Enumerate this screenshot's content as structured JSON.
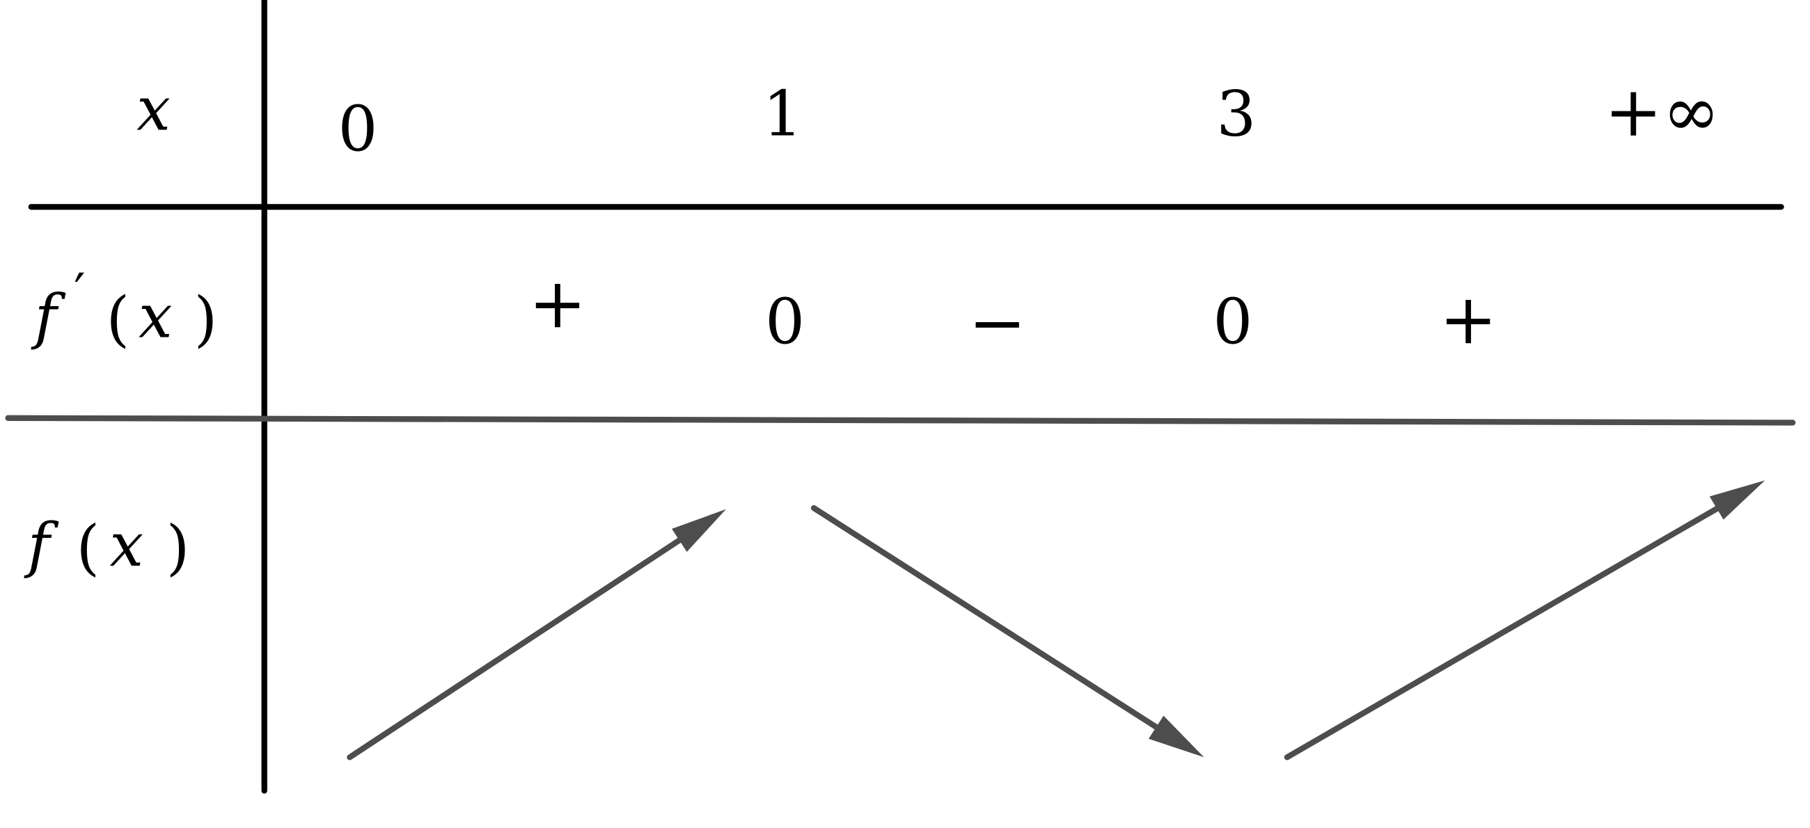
{
  "table": {
    "row_labels": {
      "x": {
        "var": "x"
      },
      "derivative": {
        "f": "f",
        "prime": "′",
        "open": "(",
        "var": "x",
        "close": ")"
      },
      "function": {
        "f": "f",
        "open": "(",
        "var": "x",
        "close": ")"
      }
    },
    "x_values": [
      "0",
      "1",
      "3",
      "+∞"
    ],
    "derivative_signs": [
      "+",
      "0",
      "−",
      "0",
      "+"
    ],
    "variations": [
      "increasing",
      "decreasing",
      "increasing"
    ]
  },
  "colors": {
    "line_main": "#000000",
    "line_secondary": "#4d4d4d",
    "arrow": "#4d4d4d"
  }
}
